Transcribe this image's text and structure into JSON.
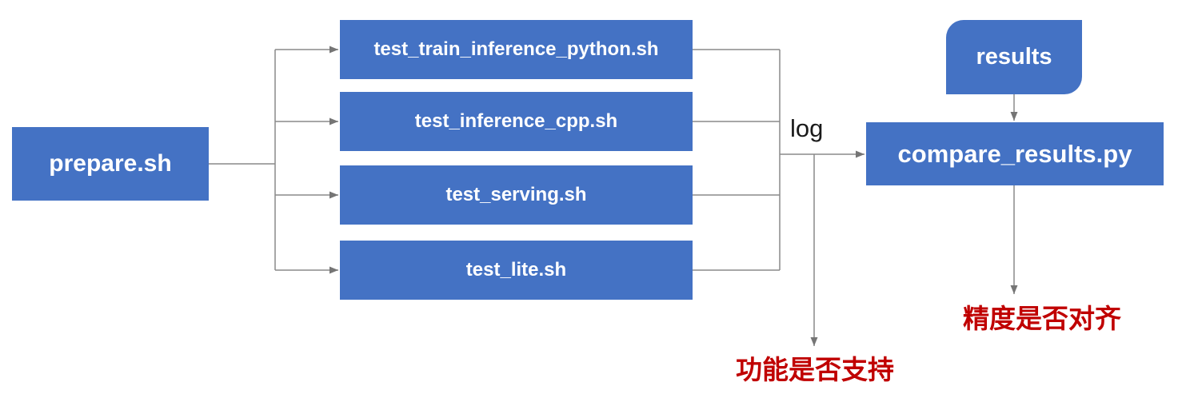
{
  "diagram": {
    "prepare": {
      "label": "prepare.sh"
    },
    "tests": [
      {
        "label": "test_train_inference_python.sh"
      },
      {
        "label": "test_inference_cpp.sh"
      },
      {
        "label": "test_serving.sh"
      },
      {
        "label": "test_lite.sh"
      }
    ],
    "log_label": "log",
    "compare": {
      "label": "compare_results.py"
    },
    "results": {
      "label": "results"
    },
    "annotations": {
      "function_support": "功能是否支持",
      "precision_aligned": "精度是否对齐"
    },
    "colors": {
      "box_blue": "#4472C4",
      "box_text": "#FFFFFF",
      "line_gray": "#8A8A8A",
      "arrow_gray": "#757575",
      "annotation_red": "#C00000",
      "log_black": "#1A1A1A"
    }
  }
}
